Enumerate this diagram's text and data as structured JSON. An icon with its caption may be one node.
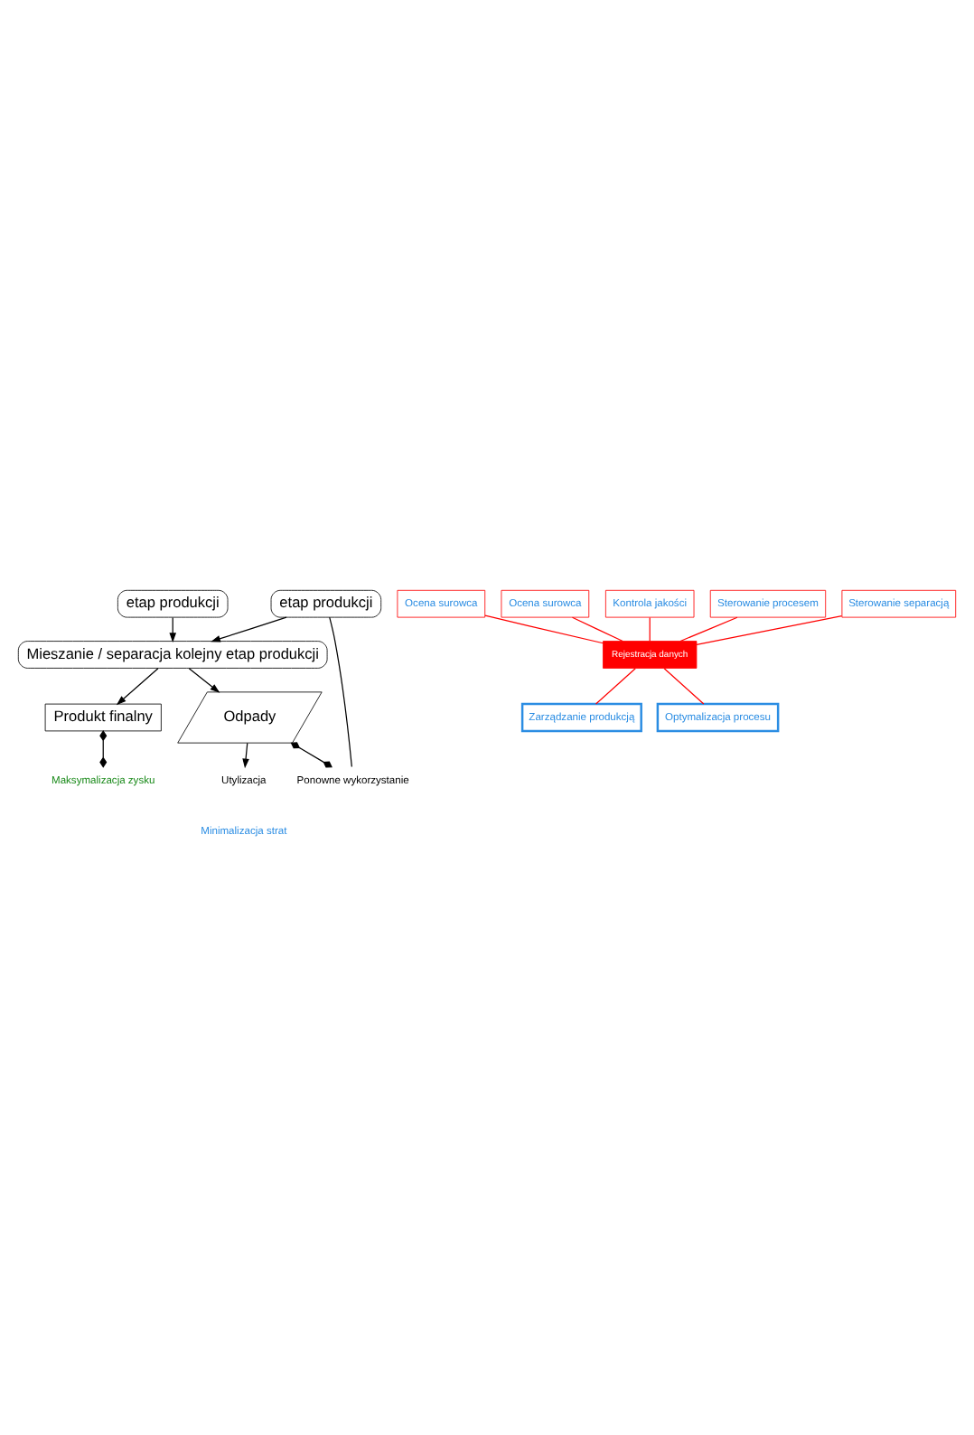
{
  "diagram": {
    "nodes": [
      {
        "text": [
          "etap produkcji"
        ]
      },
      {
        "text": [
          "etap produkcji"
        ]
      },
      {
        "text": [
          "Mieszanie / separacja kolejny etap produkcji"
        ]
      },
      {
        "text": [
          "Produkt finalny"
        ]
      },
      {
        "text": [
          "Odpady"
        ]
      },
      {
        "text": [
          "Ponowne wykorzystanie"
        ]
      },
      {
        "text": [
          "Maksymalizacja zysku"
        ]
      },
      {
        "text": [
          "Utylizacja"
        ]
      },
      {
        "text": [
          "Rejestracja danych"
        ]
      },
      {
        "text": [
          "Ocena surowca"
        ]
      },
      {
        "text": [
          "Ocena surowca"
        ]
      },
      {
        "text": [
          "Kontrola jakości"
        ]
      },
      {
        "text": [
          "Sterowanie procesem"
        ]
      },
      {
        "text": [
          "Sterowanie separacją"
        ]
      },
      {
        "text": [
          "Zarządzanie produkcją"
        ]
      },
      {
        "text": [
          "Optymalizacja procesu"
        ]
      }
    ],
    "edges": [
      {
        "from": 0,
        "to": 2,
        "arrow": "to"
      },
      {
        "from": 1,
        "to": 2,
        "arrow": "to"
      },
      {
        "from": 2,
        "to": 3,
        "arrow": "to"
      },
      {
        "from": 2,
        "to": 4,
        "arrow": "to"
      },
      {
        "from": 4,
        "to": 5,
        "arrow": "other"
      },
      {
        "from": 5,
        "to": 1,
        "arrow": "none"
      },
      {
        "from": 3,
        "to": 6,
        "arrow": "other"
      },
      {
        "from": 4,
        "to": 7,
        "arrow": "to"
      },
      {
        "from": 9,
        "to": 8,
        "arrow": "none",
        "color": "#ff0000"
      },
      {
        "from": 10,
        "to": 8,
        "arrow": "none",
        "color": "#ff0000"
      },
      {
        "from": 11,
        "to": 8,
        "arrow": "none",
        "color": "#ff0000"
      },
      {
        "from": 12,
        "to": 8,
        "arrow": "none",
        "color": "#ff0000"
      },
      {
        "from": 13,
        "to": 8,
        "arrow": "none",
        "color": "#ff0000"
      },
      {
        "from": 8,
        "to": 14,
        "arrow": "none",
        "color": "#ff0000"
      },
      {
        "from": 8,
        "to": 15,
        "arrow": "none",
        "color": "#ff0000"
      }
    ],
    "labels": [
      "Minimalizacja strat"
    ]
  }
}
